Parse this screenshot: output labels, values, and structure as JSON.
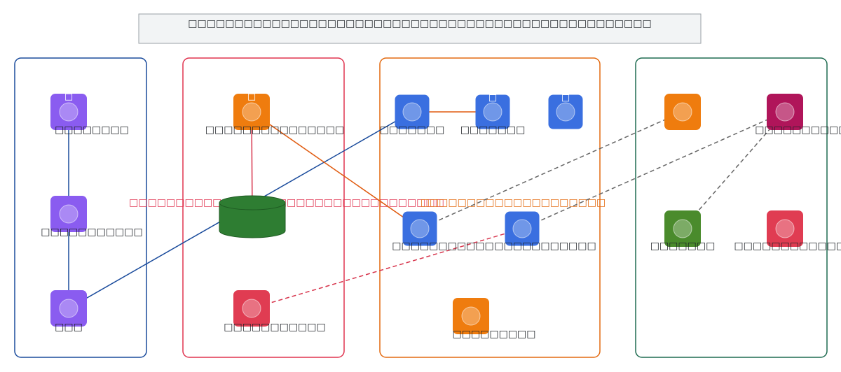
{
  "title": "□□□□□□□□□□□□□□□□□□□□□□□□□□□□□□□□□□□□□□□□□□□□□□□□□□",
  "colors": {
    "purple": "#8a5cf0",
    "orange": "#ef7c0e",
    "blue": "#3a6fe0",
    "red": "#e03c52",
    "crimson": "#b0155a",
    "green": "#4a8b2c",
    "db_green": "#2e7d32",
    "border_blue": "#1a4b9c",
    "border_red": "#e0334f",
    "border_orange": "#e36a10",
    "border_green": "#1e6b50",
    "edge_blue": "#1a4b9c",
    "edge_orange": "#e05a0e",
    "edge_red": "#d7344c",
    "edge_gray": "#666666"
  },
  "groups": [
    {
      "id": "g1",
      "name": "group-user",
      "label": ""
    },
    {
      "id": "g2",
      "name": "group-app",
      "label": "□□□□□□□□□□□□□□□□□□□□□□□□□□□□□□□□□□"
    },
    {
      "id": "g3",
      "name": "group-services",
      "label": "□□□□□□□□□□□□□□□□□□□□"
    },
    {
      "id": "g4",
      "name": "group-external",
      "label": ""
    }
  ],
  "nodes": [
    {
      "id": "n1",
      "label": "□□□□□□□□",
      "icon_char": "□",
      "color": "purple"
    },
    {
      "id": "n2",
      "label": "□□□□□□□□□□□",
      "icon_char": "",
      "color": "purple"
    },
    {
      "id": "n3",
      "label": "□□□",
      "icon_char": "",
      "color": "purple"
    },
    {
      "id": "n4",
      "label": "□□□□□□□□□□□□□□□",
      "icon_char": "□",
      "color": "orange"
    },
    {
      "id": "n5",
      "label": "",
      "icon_char": "",
      "color": "db_green"
    },
    {
      "id": "n6",
      "label": "□□□□□□□□□□□",
      "icon_char": "",
      "color": "red"
    },
    {
      "id": "n7",
      "label": "□□□□□□□",
      "icon_char": "",
      "color": "blue"
    },
    {
      "id": "n8",
      "label": "□□□□□□□",
      "icon_char": "□",
      "color": "blue"
    },
    {
      "id": "n9",
      "label": "",
      "icon_char": "□",
      "color": "blue"
    },
    {
      "id": "n10",
      "label": "□□□□□□□□□□□",
      "icon_char": "",
      "color": "blue"
    },
    {
      "id": "n11",
      "label": "□□□□□□□□□□□",
      "icon_char": "",
      "color": "blue"
    },
    {
      "id": "n12",
      "label": "□□□□□□□□□",
      "icon_char": "",
      "color": "orange"
    },
    {
      "id": "n13",
      "label": "",
      "icon_char": "",
      "color": "orange"
    },
    {
      "id": "n14",
      "label": "□□□□□□□□□□□",
      "icon_char": "",
      "color": "crimson"
    },
    {
      "id": "n15",
      "label": "□□□□□□□",
      "icon_char": "",
      "color": "green"
    },
    {
      "id": "n16",
      "label": "□□□□□□□□□□□□□□",
      "icon_char": "",
      "color": "red"
    }
  ],
  "edges": [
    {
      "from": "n1",
      "to": "n2",
      "style": "solid",
      "color": "edge_blue"
    },
    {
      "from": "n2",
      "to": "n3",
      "style": "solid",
      "color": "edge_blue"
    },
    {
      "from": "n3",
      "to": "n7",
      "style": "solid",
      "color": "edge_blue"
    },
    {
      "from": "n4",
      "to": "n5",
      "style": "solid",
      "color": "edge_red"
    },
    {
      "from": "n4",
      "to": "n10",
      "style": "solid",
      "color": "edge_orange"
    },
    {
      "from": "n7",
      "to": "n8",
      "style": "solid",
      "color": "edge_orange"
    },
    {
      "from": "n6",
      "to": "n11",
      "style": "dashed",
      "color": "edge_red"
    },
    {
      "from": "n10",
      "to": "n13",
      "style": "dashed",
      "color": "edge_gray"
    },
    {
      "from": "n11",
      "to": "n14",
      "style": "dashed",
      "color": "edge_gray"
    },
    {
      "from": "n14",
      "to": "n15",
      "style": "dashed",
      "color": "edge_gray"
    }
  ]
}
